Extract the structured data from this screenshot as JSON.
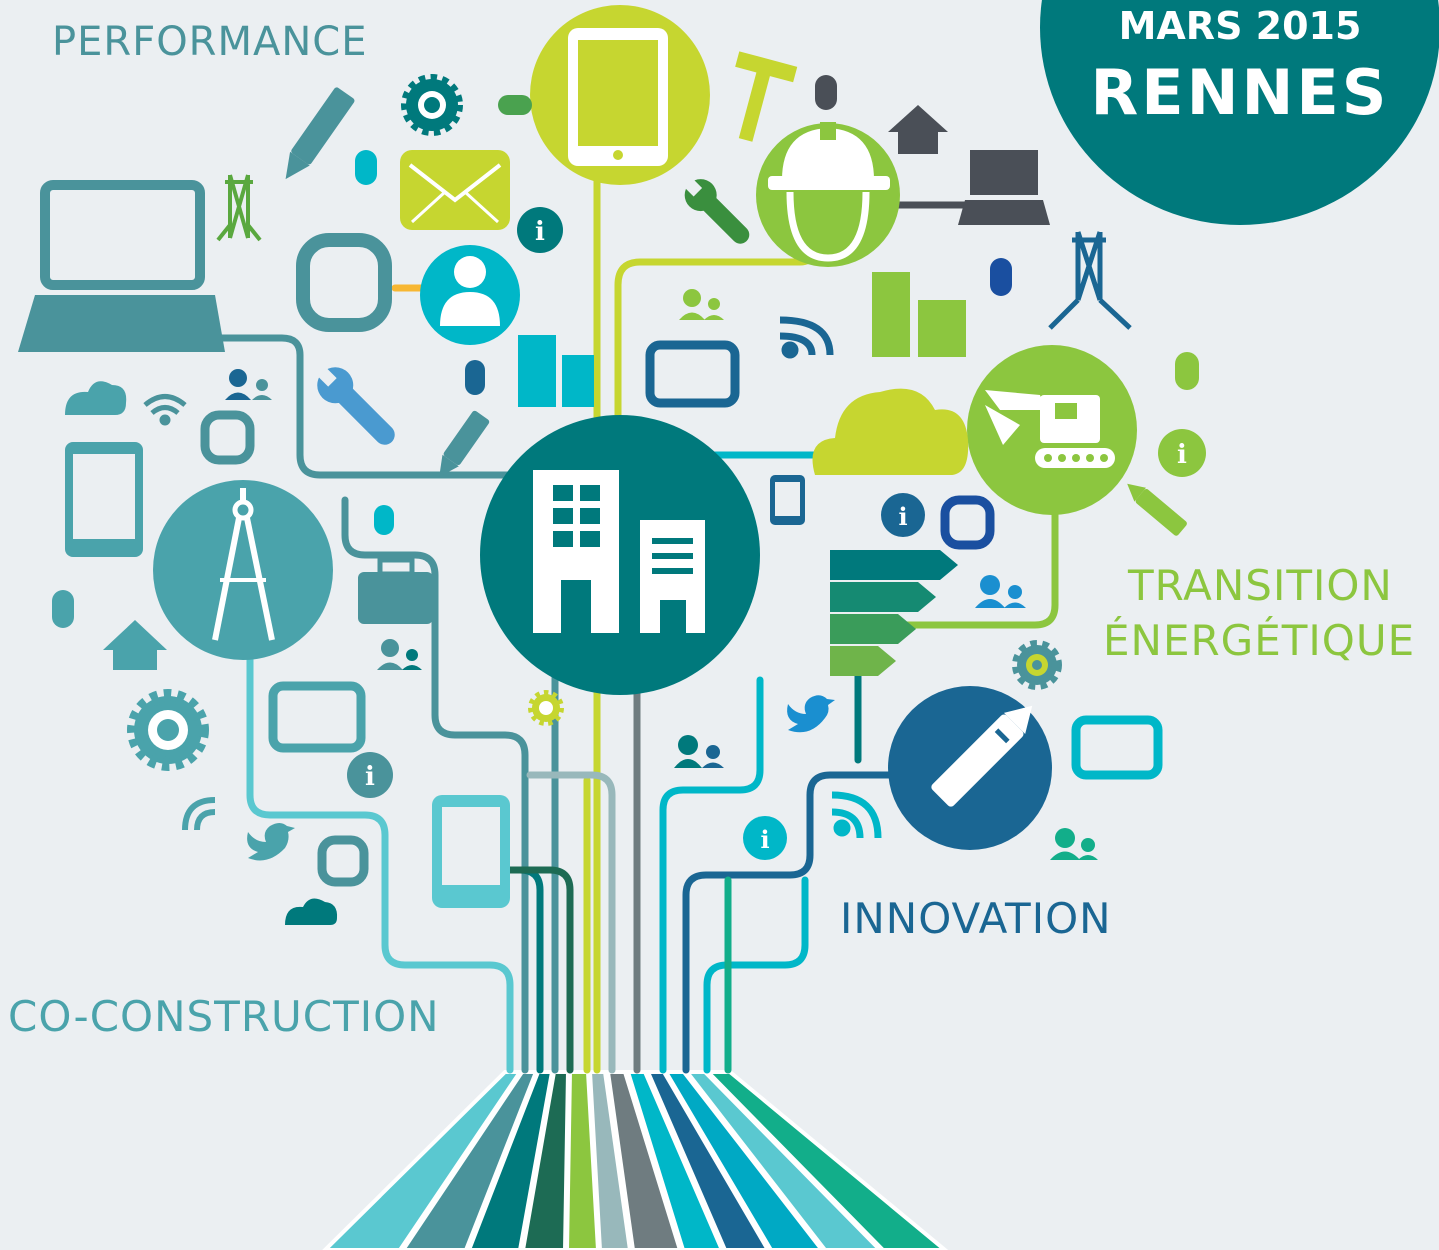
{
  "event": {
    "date": "MARS 2015",
    "city": "RENNES"
  },
  "themes": {
    "performance": "PERFORMANCE",
    "transition_line1": "TRANSITION",
    "transition_line2": "ÉNERGÉTIQUE",
    "innovation": "INNOVATION",
    "co_construction": "CO-CONSTRUCTION"
  },
  "colors": {
    "background": "#ebeff2",
    "teal_dark": "#00797c",
    "teal": "#4a939b",
    "cyan": "#00b7c8",
    "light_cyan": "#5ac8d0",
    "lime": "#c6d630",
    "green": "#8cc63f",
    "navy": "#1a6693",
    "dark_green": "#1d6b54",
    "grey": "#6f7c80",
    "emerald": "#12ae8a"
  },
  "icons": [
    "building-icon",
    "compass-icon",
    "pencil-icon",
    "excavator-icon",
    "tablet-icon",
    "helmet-icon",
    "laptop-icon",
    "envelope-icon",
    "user-icon",
    "cloud-icon",
    "gear-icon",
    "wrench-icon",
    "mouse-icon",
    "info-icon",
    "house-icon",
    "wifi-icon",
    "twitter-icon",
    "briefcase-icon",
    "monitor-icon",
    "pylon-icon",
    "hammer-icon",
    "users-icon",
    "energy-label-icon",
    "ring-icon"
  ]
}
